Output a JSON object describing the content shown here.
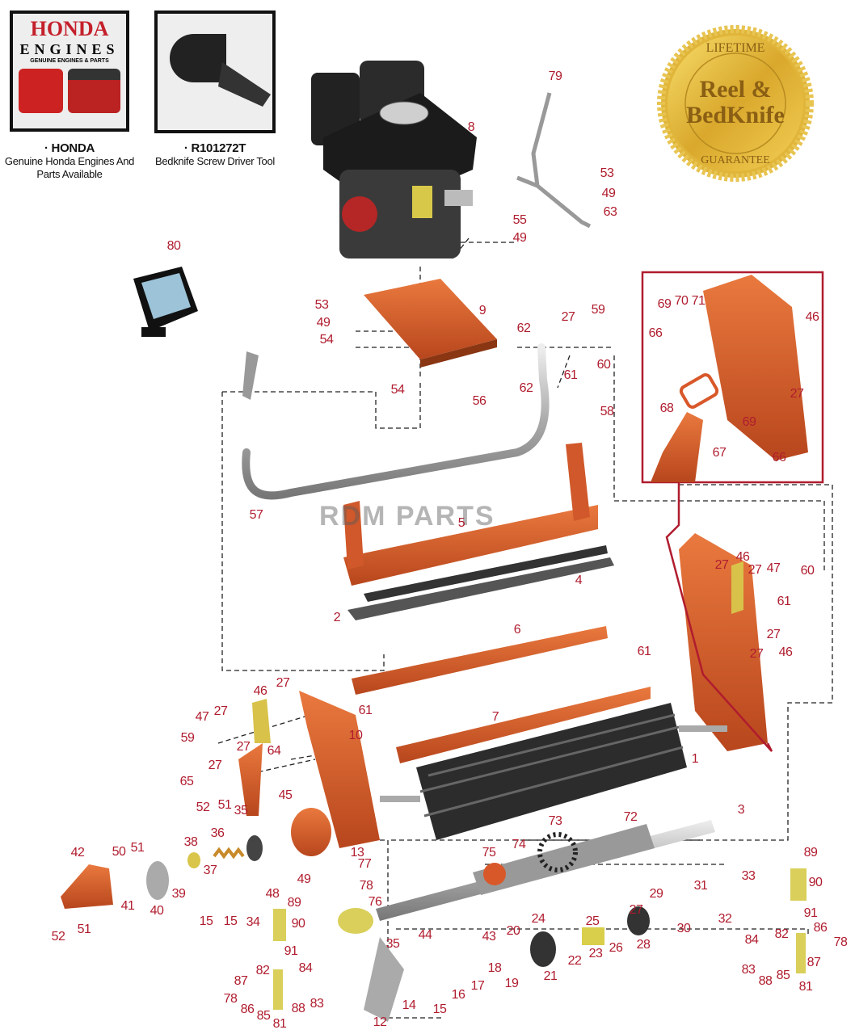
{
  "promos": [
    {
      "logo_title": "HONDA",
      "logo_sub": "ENGINES",
      "logo_tag": "GENUINE ENGINES & PARTS",
      "code": "· HONDA",
      "desc": "Genuine Honda Engines And Parts Available"
    },
    {
      "code": "· R101272T",
      "desc": "Bedknife Screw Driver Tool"
    }
  ],
  "seal": {
    "top": "LIFETIME",
    "line1": "Reel &",
    "line2": "BedKnife",
    "bottom": "GUARANTEE"
  },
  "watermark": "RDM PARTS",
  "colors": {
    "label": "#b01c2e",
    "frame": "#d4582a",
    "detail_box": "#b01c2e",
    "seal_gold": "#e0b53a"
  },
  "labels": [
    "8",
    "79",
    "53",
    "49",
    "63",
    "55",
    "49",
    "80",
    "53",
    "49",
    "54",
    "9",
    "27",
    "59",
    "62",
    "60",
    "61",
    "62",
    "54",
    "56",
    "58",
    "69",
    "70",
    "71",
    "66",
    "46",
    "27",
    "68",
    "69",
    "67",
    "66",
    "57",
    "5",
    "4",
    "2",
    "27",
    "46",
    "27",
    "47",
    "61",
    "60",
    "27",
    "6",
    "61",
    "27",
    "46",
    "46",
    "27",
    "61",
    "47",
    "27",
    "7",
    "59",
    "27",
    "10",
    "64",
    "1",
    "27",
    "65",
    "45",
    "52",
    "51",
    "35",
    "3",
    "72",
    "73",
    "36",
    "38",
    "42",
    "50",
    "51",
    "13",
    "74",
    "75",
    "77",
    "89",
    "37",
    "49",
    "48",
    "90",
    "41",
    "40",
    "39",
    "78",
    "31",
    "33",
    "29",
    "76",
    "89",
    "15",
    "15",
    "34",
    "90",
    "27",
    "32",
    "24",
    "25",
    "91",
    "52",
    "51",
    "20",
    "43",
    "44",
    "35",
    "30",
    "28",
    "26",
    "23",
    "22",
    "18",
    "19",
    "21",
    "86",
    "78",
    "84",
    "82",
    "87",
    "83",
    "88",
    "85",
    "81",
    "91",
    "84",
    "82",
    "87",
    "78",
    "86",
    "85",
    "81",
    "88",
    "83",
    "14",
    "15",
    "16",
    "17",
    "12"
  ]
}
